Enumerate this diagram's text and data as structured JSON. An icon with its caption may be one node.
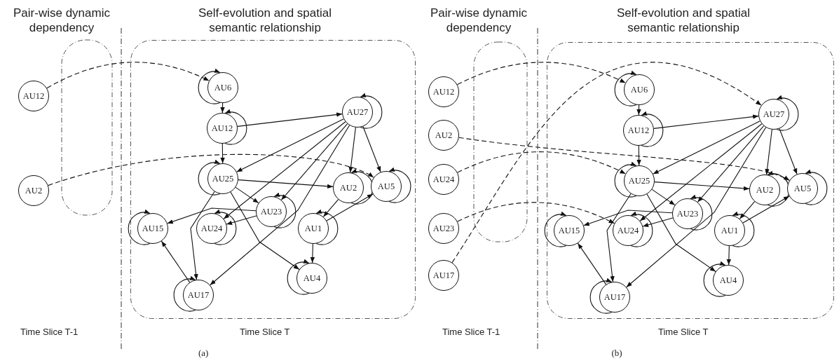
{
  "diagram": {
    "nodes": [
      {
        "text": [],
        "shape": "box"
      },
      {
        "text": [
          "AU12"
        ]
      },
      {
        "text": [
          "AU2"
        ]
      },
      {
        "text": [
          "AU6"
        ],
        "in": 0
      },
      {
        "text": [
          "AU27"
        ],
        "in": 0
      },
      {
        "text": [
          "AU12"
        ],
        "in": 0
      },
      {
        "text": [
          "AU25"
        ],
        "in": 0
      },
      {
        "text": [
          "AU2"
        ],
        "in": 0
      },
      {
        "text": [
          "AU5"
        ],
        "in": 0
      },
      {
        "text": [
          "AU23"
        ],
        "in": 0
      },
      {
        "text": [
          "AU15"
        ],
        "in": 0
      },
      {
        "text": [
          "AU24"
        ],
        "in": 0
      },
      {
        "text": [
          "AU1"
        ],
        "in": 0
      },
      {
        "text": [
          "AU4"
        ],
        "in": 0
      },
      {
        "text": [
          "AU17"
        ],
        "in": 0
      },
      {
        "text": [],
        "shape": "box"
      },
      {
        "text": [
          "AU12"
        ]
      },
      {
        "text": [
          "AU2"
        ]
      },
      {
        "text": [
          "AU24"
        ]
      },
      {
        "text": [
          "AU23"
        ]
      },
      {
        "text": [
          "AU17"
        ]
      },
      {
        "text": [
          "AU6"
        ],
        "in": 15
      },
      {
        "text": [
          "AU27"
        ],
        "in": 15
      },
      {
        "text": [
          "AU12"
        ],
        "in": 15
      },
      {
        "text": [
          "AU25"
        ],
        "in": 15
      },
      {
        "text": [
          "AU2"
        ],
        "in": 15
      },
      {
        "text": [
          "AU5"
        ],
        "in": 15
      },
      {
        "text": [
          "AU23"
        ],
        "in": 15
      },
      {
        "text": [
          "AU15"
        ],
        "in": 15
      },
      {
        "text": [
          "AU24"
        ],
        "in": 15
      },
      {
        "text": [
          "AU1"
        ],
        "in": 15
      },
      {
        "text": [
          "AU4"
        ],
        "in": 15
      },
      {
        "text": [
          "AU17"
        ],
        "in": 15
      }
    ],
    "edges": [
      {
        "from": 1,
        "to": 3,
        "arrow": "to",
        "style": "dashed"
      },
      {
        "from": 2,
        "to": 8,
        "arrow": "to",
        "style": "dashed"
      },
      {
        "from": 3,
        "to": 5,
        "arrow": "to"
      },
      {
        "from": 5,
        "to": 6,
        "arrow": "to"
      },
      {
        "from": 5,
        "to": 4,
        "arrow": "to"
      },
      {
        "from": 4,
        "to": 6,
        "arrow": "to"
      },
      {
        "from": 4,
        "to": 7,
        "arrow": "to"
      },
      {
        "from": 4,
        "to": 8,
        "arrow": "to"
      },
      {
        "from": 4,
        "to": 9,
        "arrow": "to"
      },
      {
        "from": 4,
        "to": 11,
        "arrow": "to"
      },
      {
        "from": 4,
        "to": 14,
        "arrow": "to"
      },
      {
        "from": 6,
        "to": 7,
        "arrow": "to"
      },
      {
        "from": 6,
        "to": 9,
        "arrow": "to"
      },
      {
        "from": 6,
        "to": 14,
        "arrow": "to"
      },
      {
        "from": 6,
        "to": 13,
        "arrow": "to"
      },
      {
        "from": 9,
        "to": 10,
        "arrow": "to"
      },
      {
        "from": 9,
        "to": 11,
        "arrow": "to"
      },
      {
        "from": 14,
        "to": 10,
        "arrow": "to"
      },
      {
        "from": 12,
        "to": 13,
        "arrow": "to"
      },
      {
        "from": 12,
        "to": 8,
        "arrow": "to"
      },
      {
        "from": 7,
        "to": 12,
        "arrow": "to"
      },
      {
        "from": 3,
        "to": 3,
        "arrow": "to"
      },
      {
        "from": 4,
        "to": 4,
        "arrow": "to"
      },
      {
        "from": 5,
        "to": 5,
        "arrow": "to"
      },
      {
        "from": 6,
        "to": 6,
        "arrow": "to"
      },
      {
        "from": 7,
        "to": 7,
        "arrow": "to"
      },
      {
        "from": 8,
        "to": 8,
        "arrow": "to"
      },
      {
        "from": 9,
        "to": 9,
        "arrow": "to"
      },
      {
        "from": 10,
        "to": 10,
        "arrow": "to"
      },
      {
        "from": 11,
        "to": 11,
        "arrow": "to"
      },
      {
        "from": 12,
        "to": 12,
        "arrow": "to"
      },
      {
        "from": 13,
        "to": 13,
        "arrow": "to"
      },
      {
        "from": 14,
        "to": 14,
        "arrow": "to"
      },
      {
        "from": 16,
        "to": 21,
        "arrow": "to",
        "style": "dashed"
      },
      {
        "from": 17,
        "to": 26,
        "arrow": "to",
        "style": "dashed"
      },
      {
        "from": 18,
        "to": 24,
        "arrow": "to",
        "style": "dashed"
      },
      {
        "from": 19,
        "to": 29,
        "arrow": "to",
        "style": "dashed"
      },
      {
        "from": 20,
        "to": 22,
        "arrow": "to",
        "style": "dashed"
      },
      {
        "from": 21,
        "to": 23,
        "arrow": "to"
      },
      {
        "from": 23,
        "to": 24,
        "arrow": "to"
      },
      {
        "from": 23,
        "to": 22,
        "arrow": "to"
      },
      {
        "from": 22,
        "to": 24,
        "arrow": "to"
      },
      {
        "from": 22,
        "to": 25,
        "arrow": "to"
      },
      {
        "from": 22,
        "to": 26,
        "arrow": "to"
      },
      {
        "from": 22,
        "to": 27,
        "arrow": "to"
      },
      {
        "from": 22,
        "to": 29,
        "arrow": "to"
      },
      {
        "from": 22,
        "to": 32,
        "arrow": "to"
      },
      {
        "from": 24,
        "to": 25,
        "arrow": "to"
      },
      {
        "from": 24,
        "to": 27,
        "arrow": "to"
      },
      {
        "from": 24,
        "to": 32,
        "arrow": "to"
      },
      {
        "from": 24,
        "to": 31,
        "arrow": "to"
      },
      {
        "from": 27,
        "to": 28,
        "arrow": "to"
      },
      {
        "from": 27,
        "to": 29,
        "arrow": "to"
      },
      {
        "from": 32,
        "to": 28,
        "arrow": "to"
      },
      {
        "from": 30,
        "to": 31,
        "arrow": "to"
      },
      {
        "from": 30,
        "to": 26,
        "arrow": "to"
      },
      {
        "from": 25,
        "to": 30,
        "arrow": "to"
      },
      {
        "from": 21,
        "to": 21,
        "arrow": "to"
      },
      {
        "from": 22,
        "to": 22,
        "arrow": "to"
      },
      {
        "from": 23,
        "to": 23,
        "arrow": "to"
      },
      {
        "from": 24,
        "to": 24,
        "arrow": "to"
      },
      {
        "from": 25,
        "to": 25,
        "arrow": "to"
      },
      {
        "from": 26,
        "to": 26,
        "arrow": "to"
      },
      {
        "from": 27,
        "to": 27,
        "arrow": "to"
      },
      {
        "from": 28,
        "to": 28,
        "arrow": "to"
      },
      {
        "from": 29,
        "to": 29,
        "arrow": "to"
      },
      {
        "from": 30,
        "to": 30,
        "arrow": "to"
      },
      {
        "from": 31,
        "to": 31,
        "arrow": "to"
      },
      {
        "from": 32,
        "to": 32,
        "arrow": "to"
      }
    ],
    "labels": [
      "Pair-wise dynamic dependency",
      "Self-evolution and spatial semantic relationship",
      "Time Slice T-1",
      "Time Slice T",
      "(a)",
      "Pair-wise dynamic dependency",
      "Self-evolution and spatial semantic relationship",
      "Time Slice T-1",
      "Time Slice T",
      "(b)"
    ]
  }
}
